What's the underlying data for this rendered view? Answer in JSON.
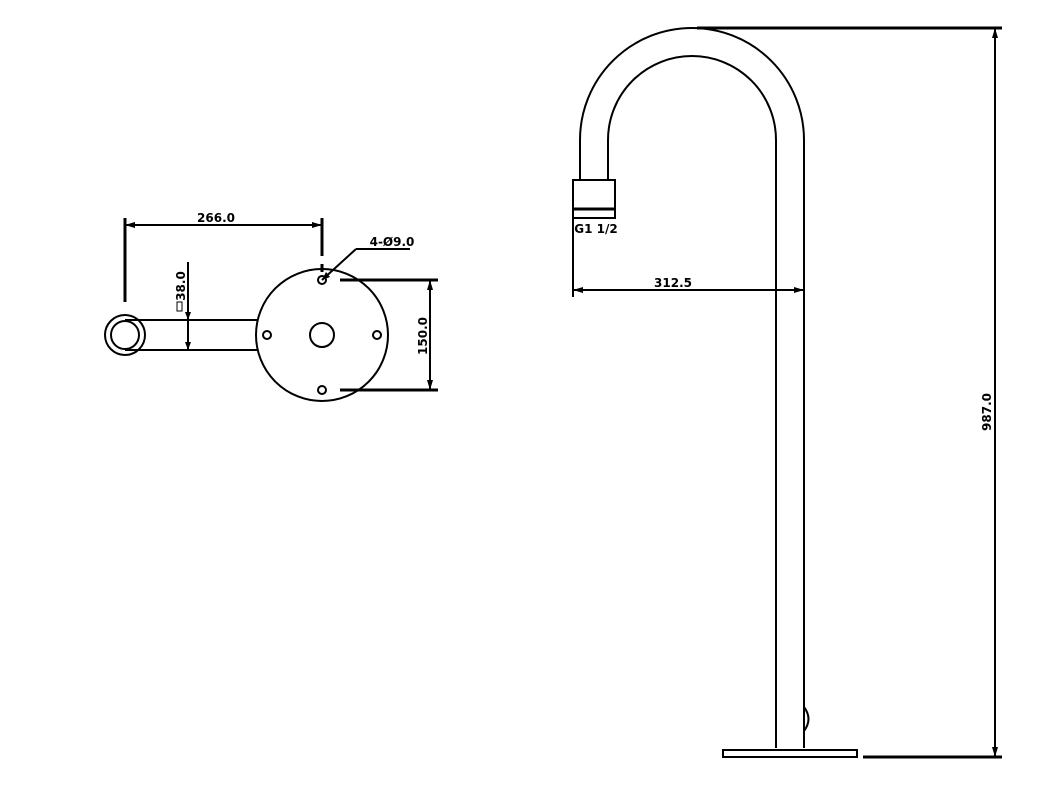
{
  "dimensions": {
    "offset_width": "266.0",
    "pipe_diameter": "38.0",
    "mounting_holes": "4-Ø9.0",
    "plate_hole_spacing": "150.0",
    "spout_reach": "312.5",
    "total_height": "987.0",
    "outlet_thread": "G1 1/2"
  }
}
